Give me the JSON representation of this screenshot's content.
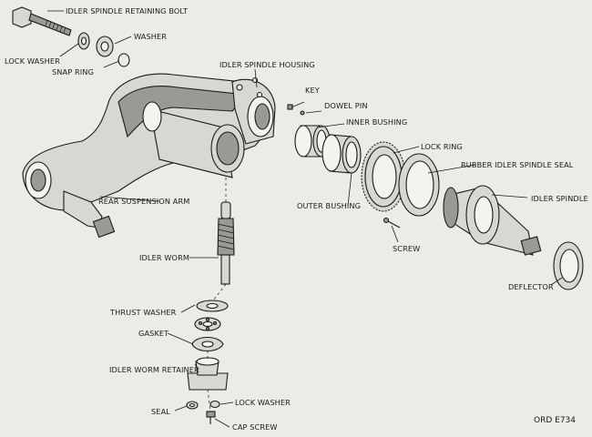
{
  "figure": {
    "reference": "ORD E734",
    "labels": {
      "idler_spindle_retaining_bolt": "IDLER SPINDLE RETAINING BOLT",
      "washer": "WASHER",
      "lock_washer_top": "LOCK WASHER",
      "snap_ring": "SNAP RING",
      "idler_spindle_housing": "IDLER SPINDLE HOUSING",
      "key": "KEY",
      "dowel_pin": "DOWEL PIN",
      "inner_bushing": "INNER BUSHING",
      "lock_ring": "LOCK RING",
      "rubber_idler_spindle_seal": "RUBBER IDLER SPINDLE SEAL",
      "idler_spindle": "IDLER SPINDLE",
      "outer_bushing": "OUTER BUSHING",
      "screw": "SCREW",
      "rear_suspension_arm": "REAR SUSPENSION ARM",
      "idler_worm": "IDLER WORM",
      "deflector": "DEFLECTOR",
      "thrust_washer": "THRUST WASHER",
      "gasket": "GASKET",
      "idler_worm_retainer": "IDLER WORM RETAINER",
      "seal": "SEAL",
      "lock_washer_bottom": "LOCK WASHER",
      "cap_screw": "CAP SCREW"
    }
  }
}
